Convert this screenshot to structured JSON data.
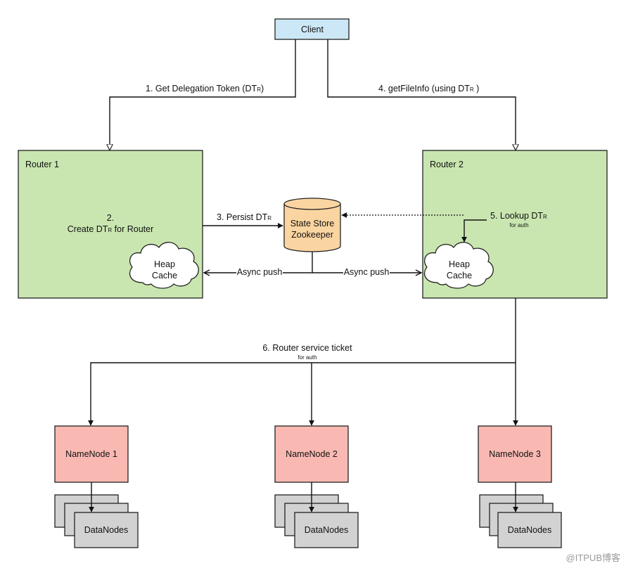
{
  "client": {
    "label": "Client"
  },
  "routers": {
    "router1": {
      "title": "Router 1",
      "step": "2.",
      "create_prefix": "Create DT",
      "create_sub": "R",
      "create_suffix": " for Router",
      "cache_line1": "Heap",
      "cache_line2": "Cache"
    },
    "router2": {
      "title": "Router 2",
      "cache_line1": "Heap",
      "cache_line2": "Cache"
    }
  },
  "state_store": {
    "line1": "State Store",
    "line2": "Zookeeper"
  },
  "edges": {
    "get_token_prefix": "1. Get Delegation Token (DT",
    "get_token_sub": "R",
    "get_token_suffix": ")",
    "get_file_prefix": "4. getFileInfo (using DT",
    "get_file_sub": "R",
    "get_file_suffix": " )",
    "persist_prefix": "3. Persist DT",
    "persist_sub": "R",
    "lookup_prefix": "5. Lookup DT",
    "lookup_sub": "R",
    "lookup_note": "for auth",
    "async_push_left": "Async push",
    "async_push_right": "Async push",
    "ticket": "6. Router service ticket",
    "ticket_note": "for auth"
  },
  "namenodes": [
    "NameNode 1",
    "NameNode 2",
    "NameNode 3"
  ],
  "datanodes_label": "DataNodes",
  "watermark": "@ITPUB博客",
  "colors": {
    "client_fill": "#cce8f6",
    "router_fill": "#c9e6b0",
    "store_fill": "#fbd5a1",
    "namenode_fill": "#f9b9b2",
    "datanode_fill": "#d2d2d2"
  }
}
